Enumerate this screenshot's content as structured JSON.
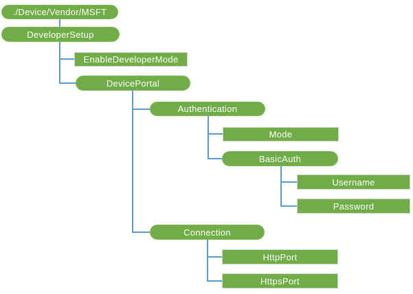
{
  "diagram": {
    "type": "hierarchy-tree",
    "colors": {
      "node_fill": "#70AD47",
      "node_text": "#FFFFFF",
      "connector": "#5B9BD5",
      "rect_border": "#D0D6CB"
    },
    "nodes": [
      {
        "label": "./Device/Vendor/MSFT",
        "shape": "pill",
        "depth": 0
      },
      {
        "label": "DeveloperSetup",
        "shape": "pill",
        "depth": 1
      },
      {
        "label": "EnableDeveloperMode",
        "shape": "rect",
        "depth": 2
      },
      {
        "label": "DevicePortal",
        "shape": "pill",
        "depth": 2
      },
      {
        "label": "Authentication",
        "shape": "pill",
        "depth": 3
      },
      {
        "label": "Mode",
        "shape": "rect",
        "depth": 4
      },
      {
        "label": "BasicAuth",
        "shape": "pill",
        "depth": 4
      },
      {
        "label": "Username",
        "shape": "rect",
        "depth": 5
      },
      {
        "label": "Password",
        "shape": "rect",
        "depth": 5
      },
      {
        "label": "Connection",
        "shape": "pill",
        "depth": 3
      },
      {
        "label": "HttpPort",
        "shape": "rect",
        "depth": 4
      },
      {
        "label": "HttpsPort",
        "shape": "rect",
        "depth": 4
      }
    ],
    "hierarchy": {
      "./Device/Vendor/MSFT": {
        "DeveloperSetup": {
          "EnableDeveloperMode": {},
          "DevicePortal": {
            "Authentication": {
              "Mode": {},
              "BasicAuth": {
                "Username": {},
                "Password": {}
              }
            },
            "Connection": {
              "HttpPort": {},
              "HttpsPort": {}
            }
          }
        }
      }
    }
  }
}
